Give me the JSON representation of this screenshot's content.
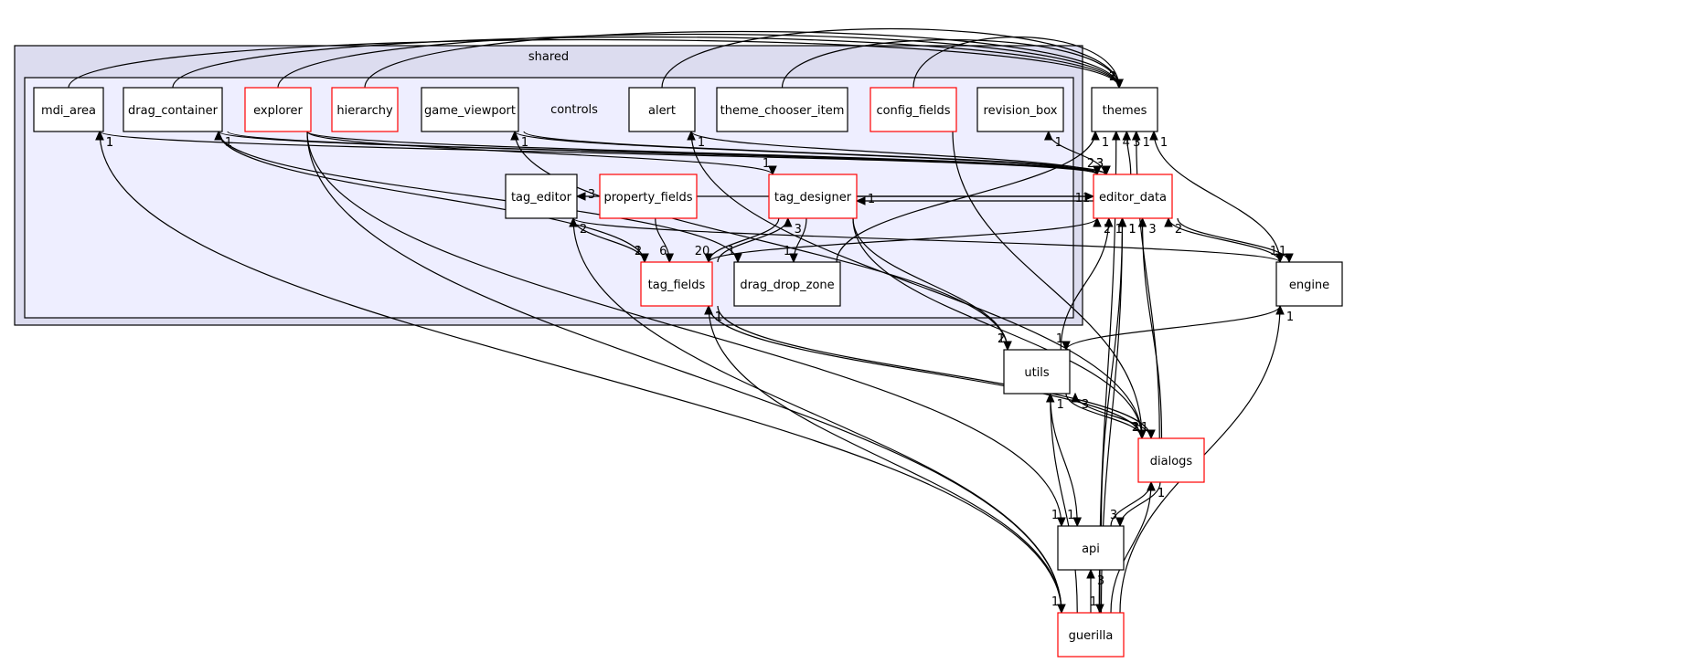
{
  "clusters": {
    "outer": "shared",
    "inner": "controls"
  },
  "colors": {
    "outer_fill": "#dcdcef",
    "inner_fill": "#eeeeff",
    "node_border_plain": "#000000",
    "node_border_red": "#ff0000",
    "edge": "#000000"
  },
  "nodes": [
    {
      "id": "mdi_area",
      "label": "mdi_area",
      "red": false
    },
    {
      "id": "drag_container",
      "label": "drag_container",
      "red": false
    },
    {
      "id": "explorer",
      "label": "explorer",
      "red": true
    },
    {
      "id": "hierarchy",
      "label": "hierarchy",
      "red": true
    },
    {
      "id": "game_viewport",
      "label": "game_viewport",
      "red": false
    },
    {
      "id": "alert",
      "label": "alert",
      "red": false
    },
    {
      "id": "theme_chooser_item",
      "label": "theme_chooser_item",
      "red": false
    },
    {
      "id": "config_fields",
      "label": "config_fields",
      "red": true
    },
    {
      "id": "revision_box",
      "label": "revision_box",
      "red": false
    },
    {
      "id": "themes",
      "label": "themes",
      "red": false
    },
    {
      "id": "tag_editor",
      "label": "tag_editor",
      "red": false
    },
    {
      "id": "property_fields",
      "label": "property_fields",
      "red": true
    },
    {
      "id": "tag_designer",
      "label": "tag_designer",
      "red": true
    },
    {
      "id": "editor_data",
      "label": "editor_data",
      "red": true
    },
    {
      "id": "tag_fields",
      "label": "tag_fields",
      "red": true
    },
    {
      "id": "drag_drop_zone",
      "label": "drag_drop_zone",
      "red": false
    },
    {
      "id": "engine",
      "label": "engine",
      "red": false
    },
    {
      "id": "utils",
      "label": "utils",
      "red": false
    },
    {
      "id": "dialogs",
      "label": "dialogs",
      "red": true
    },
    {
      "id": "api",
      "label": "api",
      "red": false
    },
    {
      "id": "guerilla",
      "label": "guerilla",
      "red": true
    }
  ],
  "edges": [
    {
      "from": "mdi_area",
      "to": "themes",
      "label": "2"
    },
    {
      "from": "drag_container",
      "to": "themes",
      "label": "1"
    },
    {
      "from": "explorer",
      "to": "themes",
      "label": "1"
    },
    {
      "from": "hierarchy",
      "to": "themes",
      "label": "1"
    },
    {
      "from": "alert",
      "to": "themes",
      "label": "1"
    },
    {
      "from": "theme_chooser_item",
      "to": "themes",
      "label": "1"
    },
    {
      "from": "config_fields",
      "to": "themes",
      "label": "1"
    },
    {
      "from": "editor_data",
      "to": "themes",
      "label": "3"
    },
    {
      "from": "editor_data",
      "to": "mdi_area",
      "label": "1"
    },
    {
      "from": "editor_data",
      "to": "drag_container",
      "label": "1"
    },
    {
      "from": "editor_data",
      "to": "game_viewport",
      "label": "1"
    },
    {
      "from": "editor_data",
      "to": "alert",
      "label": "1"
    },
    {
      "from": "editor_data",
      "to": "revision_box",
      "label": "1"
    },
    {
      "from": "drag_container",
      "to": "editor_data",
      "label": "3"
    },
    {
      "from": "explorer",
      "to": "editor_data",
      "label": "2"
    },
    {
      "from": "game_viewport",
      "to": "editor_data",
      "label": "3"
    },
    {
      "from": "tag_designer",
      "to": "editor_data",
      "label": "11"
    },
    {
      "from": "editor_data",
      "to": "tag_designer",
      "label": "1"
    },
    {
      "from": "tag_fields",
      "to": "editor_data",
      "label": "2"
    },
    {
      "from": "editor_data",
      "to": "tag_editor",
      "label": "3"
    },
    {
      "from": "explorer",
      "to": "tag_designer",
      "label": "1"
    },
    {
      "from": "drag_container",
      "to": "tag_fields",
      "label": "1"
    },
    {
      "from": "tag_editor",
      "to": "tag_fields",
      "label": "2"
    },
    {
      "from": "property_fields",
      "to": "tag_fields",
      "label": "6"
    },
    {
      "from": "tag_designer",
      "to": "tag_fields",
      "label": "20"
    },
    {
      "from": "tag_fields",
      "to": "tag_designer",
      "label": "3"
    },
    {
      "from": "tag_designer",
      "to": "drag_drop_zone",
      "label": "1"
    },
    {
      "from": "drag_container",
      "to": "drag_drop_zone",
      "label": "1"
    },
    {
      "from": "tag_editor",
      "to": "engine",
      "label": "1"
    },
    {
      "from": "drag_drop_zone",
      "to": "themes",
      "label": "1"
    },
    {
      "from": "engine",
      "to": "editor_data",
      "label": "2"
    },
    {
      "from": "editor_data",
      "to": "engine",
      "label": "1"
    },
    {
      "from": "engine",
      "to": "themes",
      "label": "1"
    },
    {
      "from": "engine",
      "to": "utils",
      "label": "1"
    },
    {
      "from": "tag_designer",
      "to": "utils",
      "label": "2"
    },
    {
      "from": "game_viewport",
      "to": "utils",
      "label": "1"
    },
    {
      "from": "utils",
      "to": "editor_data",
      "label": "1"
    },
    {
      "from": "utils",
      "to": "dialogs",
      "label": "3"
    },
    {
      "from": "dialogs",
      "to": "utils",
      "label": "3"
    },
    {
      "from": "dialogs",
      "to": "editor_data",
      "label": "3"
    },
    {
      "from": "dialogs",
      "to": "themes",
      "label": "1"
    },
    {
      "from": "dialogs",
      "to": "tag_fields",
      "label": "1"
    },
    {
      "from": "tag_designer",
      "to": "dialogs",
      "label": "1"
    },
    {
      "from": "alert",
      "to": "dialogs",
      "label": "2"
    },
    {
      "from": "config_fields",
      "to": "dialogs",
      "label": "1"
    },
    {
      "from": "tag_fields",
      "to": "dialogs",
      "label": "1"
    },
    {
      "from": "utils",
      "to": "api",
      "label": "1"
    },
    {
      "from": "api",
      "to": "editor_data",
      "label": "1"
    },
    {
      "from": "api",
      "to": "dialogs",
      "label": "1"
    },
    {
      "from": "dialogs",
      "to": "api",
      "label": "3"
    },
    {
      "from": "explorer",
      "to": "api",
      "label": "1"
    },
    {
      "from": "guerilla",
      "to": "api",
      "label": "3"
    },
    {
      "from": "api",
      "to": "guerilla",
      "label": "1"
    },
    {
      "from": "guerilla",
      "to": "utils",
      "label": "1"
    },
    {
      "from": "guerilla",
      "to": "dialogs",
      "label": "1"
    },
    {
      "from": "guerilla",
      "to": "editor_data",
      "label": "1"
    },
    {
      "from": "guerilla",
      "to": "tag_fields",
      "label": "1"
    },
    {
      "from": "guerilla",
      "to": "mdi_area",
      "label": "1"
    },
    {
      "from": "guerilla",
      "to": "tag_editor",
      "label": "2"
    },
    {
      "from": "guerilla",
      "to": "engine",
      "label": "1"
    },
    {
      "from": "guerilla",
      "to": "themes",
      "label": "4"
    },
    {
      "from": "explorer",
      "to": "guerilla",
      "label": "1"
    }
  ]
}
